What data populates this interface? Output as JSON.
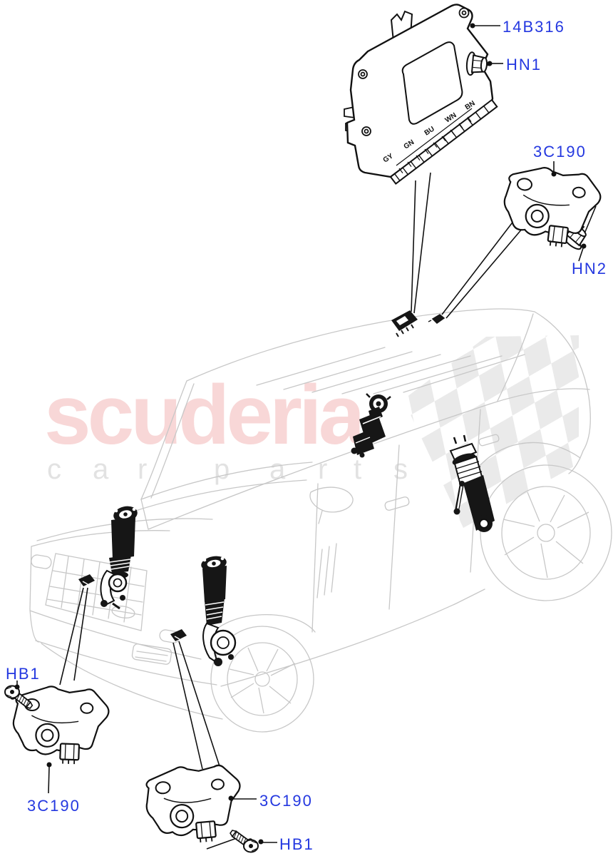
{
  "diagram": {
    "title_hint": "Air suspension components diagram",
    "label_color": "#2438e0",
    "part_labels": {
      "module": "14B316",
      "module_nut": "HN1",
      "sensor_bracket_right": "3C190",
      "sensor_nut_right": "HN2",
      "bolt_front_left": "HB1",
      "sensor_bracket_front_left": "3C190",
      "sensor_bracket_front_right": "3C190",
      "bolt_front_right": "HB1"
    },
    "connector_codes": [
      "GY",
      "GN",
      "BU",
      "WN",
      "BN"
    ]
  },
  "watermark": {
    "brand": "scuderia",
    "brand_color": "#f8d7d7",
    "sub_letters": [
      "c",
      "a",
      "r",
      "p",
      "a",
      "r",
      "t",
      "s"
    ],
    "sub_color": "#e2e2e2",
    "checker_color": "#d9d9d9"
  }
}
